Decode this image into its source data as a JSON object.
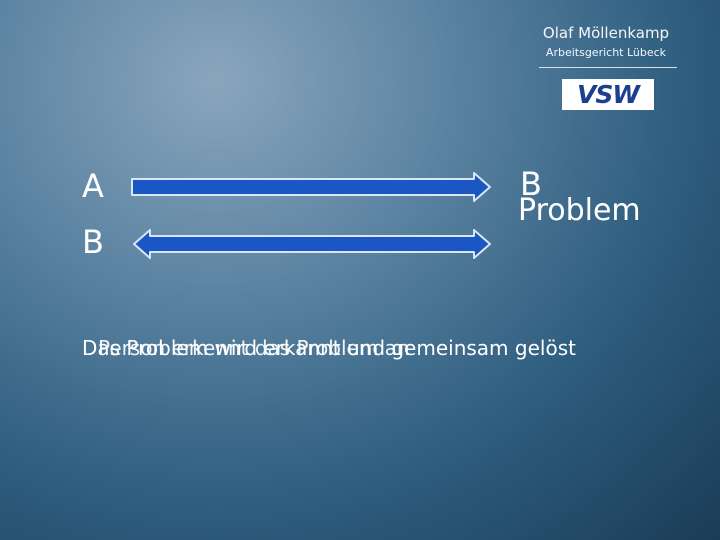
{
  "header": {
    "author": "Olaf Möllenkamp",
    "court": "Arbeitsgericht Lübeck",
    "logo_text": "VSW"
  },
  "slide": {
    "left_label_top": "A",
    "left_label_bottom": "B",
    "right_label": "B",
    "problem_label": "Problem",
    "statement_1": "Das Problem wird erkannt und gemeinsam gelöst",
    "statement_2": "Person erkennt das Problem an"
  },
  "colors": {
    "arrow_fill": "#1b57c4",
    "arrow_outline": "#d9e6f5"
  }
}
